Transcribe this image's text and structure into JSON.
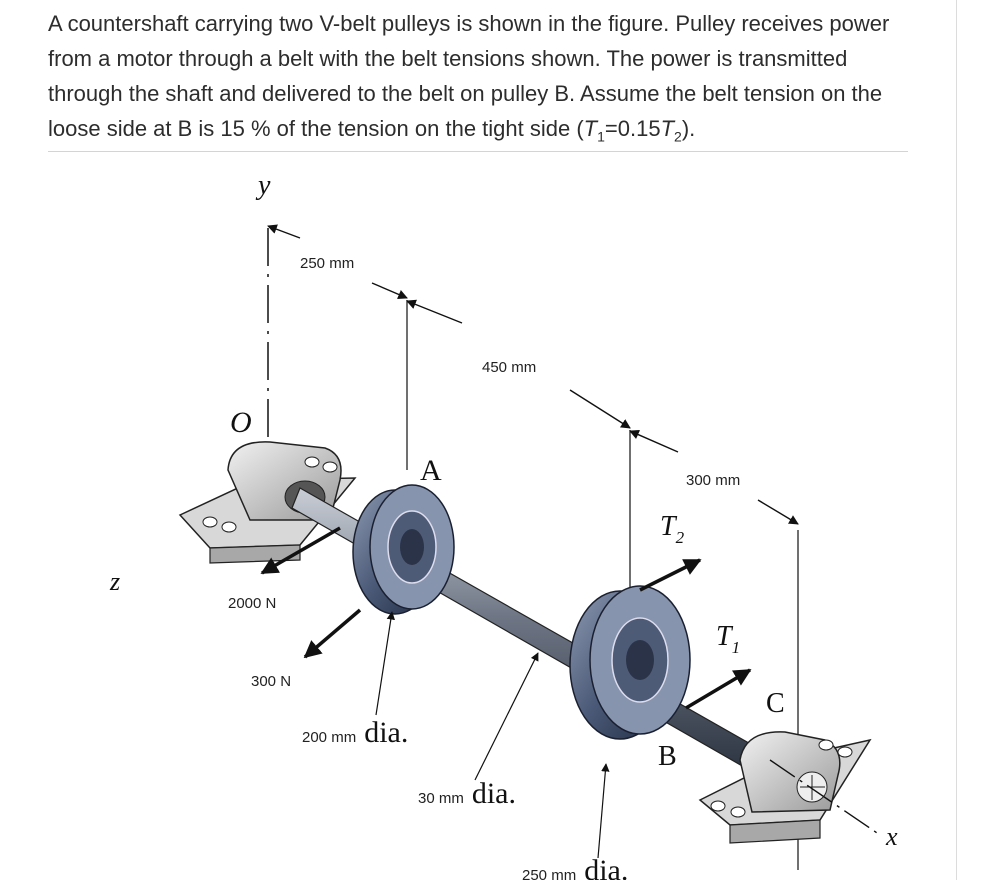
{
  "problem": {
    "text_before": "A countershaft carrying two V-belt pulleys is shown in the figure. Pulley receives power from a motor through a belt with the belt tensions shown. The power is transmitted through the shaft and delivered to the belt on pulley B. Assume the belt tension on the loose side at B is 15 % of the tension on the tight side (",
    "t1": "T",
    "t1_sub": "1",
    "eq": "=0.15",
    "t2": "T",
    "t2_sub": "2",
    "text_after": ")."
  },
  "figure": {
    "axis_y": "y",
    "axis_z": "z",
    "axis_x": "x",
    "origin": "O",
    "dim_250": "250 mm",
    "dim_450": "450 mm",
    "dim_300": "300 mm",
    "force_2000": "2000 N",
    "force_300": "300 N",
    "label_A": "A",
    "label_B": "B",
    "label_C": "C",
    "tension_T2": "T",
    "tension_T2_sub": "2",
    "tension_T1": "T",
    "tension_T1_sub": "1",
    "pulleyA_dia_value": "200 mm",
    "shaft_dia_value": "30 mm",
    "pulleyB_dia_value": "250 mm",
    "dia_word": "dia."
  }
}
